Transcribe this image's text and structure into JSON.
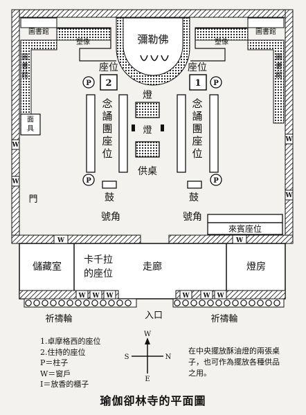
{
  "title": "瑜伽卻林寺的平面圖",
  "rooms": {
    "library_tl": "圖書館",
    "library_tr": "圖書館",
    "library_left": "圖書館",
    "library_right": "圖書館",
    "statue_left": "塑像",
    "statue_right": "塑像",
    "maitreya": "彌勒佛",
    "mask": "面具",
    "seat_label_left": "座位",
    "seat_label_right": "座位",
    "seat_num_left": "2",
    "seat_num_right": "1",
    "chant_seat_left": "念誦團座位",
    "chant_seat_right": "念誦團座位",
    "lamp_top": "燈",
    "lamp_mid": "燈",
    "offering_table": "供桌",
    "drum_left": "鼓",
    "drum_right": "鼓",
    "horn_left": "號角",
    "horn_right": "號角",
    "door": "門",
    "guest_seat": "來賓座位",
    "storage": "儲藏室",
    "kachila_seat": "卡千拉的座位",
    "corridor": "走廊",
    "lamp_room": "燈房",
    "entrance": "入口",
    "prayer_wheel_left": "祈禱輪",
    "prayer_wheel_right": "祈禱輪",
    "pillar_symbol": "P",
    "window_symbol": "W"
  },
  "compass": {
    "n": "N",
    "s": "S",
    "e": "E",
    "w": "W"
  },
  "legend": [
    "1.卓摩格西的座位",
    "2.住持的座位",
    "P＝柱子",
    "W＝窗戶",
    "I＝放香的櫃子"
  ],
  "note": "在中央擺放酥油燈的兩張桌子，也可作為擺放各種供品之用。"
}
